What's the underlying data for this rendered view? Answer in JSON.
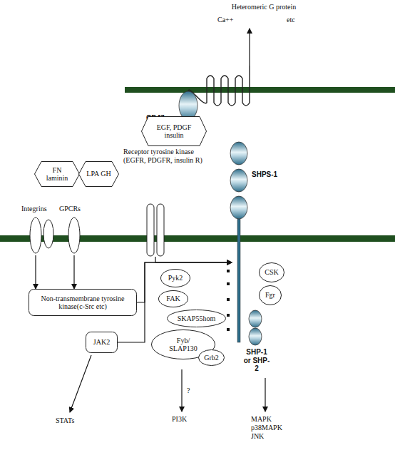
{
  "diagram": {
    "nodes": [
      {
        "text": [
          "CD47"
        ]
      },
      {
        "text": [
          "SHPS-1"
        ]
      },
      {
        "text": [
          "EGF, PDGF insulin"
        ]
      },
      {
        "text": [
          "FN laminin"
        ]
      },
      {
        "text": [
          "LPA GH"
        ]
      },
      {
        "text": [
          "Receptor tyrosine kinase (EGFR, PDGFR, insulin R)"
        ]
      },
      {
        "text": [
          "Integrins"
        ]
      },
      {
        "text": [
          "GPCRs"
        ]
      },
      {
        "text": [
          "Pyk2"
        ]
      },
      {
        "text": [
          "CSK"
        ]
      },
      {
        "text": [
          "FAK"
        ]
      },
      {
        "text": [
          "Fgr"
        ]
      },
      {
        "text": [
          "Non-transmembrane tyrosine kinase(c-Src etc)"
        ]
      },
      {
        "text": [
          "SKAP55hom"
        ]
      },
      {
        "text": [
          "JAK2"
        ]
      },
      {
        "text": [
          "Fyb/ SLAP130"
        ]
      },
      {
        "text": [
          "Grb2"
        ]
      },
      {
        "text": [
          "SHP-1 or SHP-2"
        ]
      }
    ],
    "edges": [
      {
        "from": 6,
        "to": 12,
        "arrow": "to"
      },
      {
        "from": 7,
        "to": 12,
        "arrow": "to"
      },
      {
        "from": 12,
        "to": 1,
        "arrow": "to"
      },
      {
        "from": 5,
        "to": 1,
        "arrow": "to"
      },
      {
        "from": 14,
        "to": 1,
        "arrow": "to"
      }
    ],
    "labels": [
      "Heteromeric G protein",
      "Ca++",
      "etc",
      "STATs",
      "?",
      "PI3K",
      "MAPK p38MAPK JNK"
    ]
  }
}
